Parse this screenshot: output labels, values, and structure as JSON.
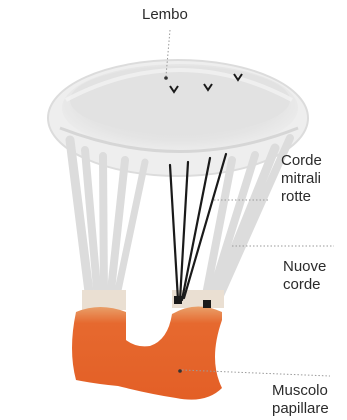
{
  "labels": {
    "lembo": "Lembo",
    "corde_mitrali_rotte": [
      "Corde",
      "mitrali",
      "rotte"
    ],
    "nuove_corde": [
      "Nuove",
      "corde"
    ],
    "muscolo_papillare": [
      "Muscolo",
      "papillare"
    ]
  },
  "colors": {
    "leaflet": "#e6e6e6",
    "leaflet_edge": "#d2d2d2",
    "chord": "#dedede",
    "new_chord": "#1a1a1a",
    "papillary_muscle": "#e6672f",
    "leader_line": "#9a9a9a",
    "text": "#2b2b2b"
  }
}
